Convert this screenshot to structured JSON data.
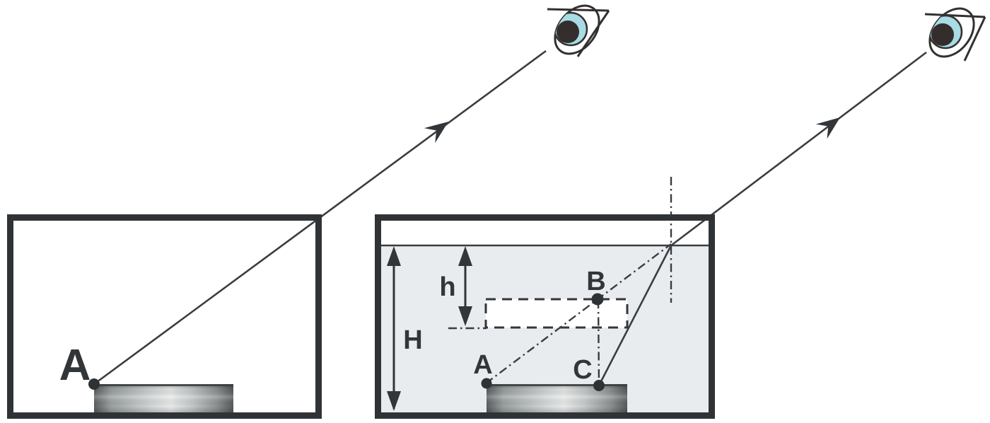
{
  "diagram": {
    "left_panel": {
      "labels": {
        "A": "A"
      }
    },
    "right_panel": {
      "labels": {
        "H": "H",
        "h": "h",
        "A": "A",
        "B": "B",
        "C": "C"
      }
    },
    "icons": {
      "left_observer": "eye-icon",
      "right_observer": "eye-icon"
    },
    "colors": {
      "outline": "#303336",
      "line": "#3a3d40",
      "water": "#e9ecef",
      "iris_blue": "#a8dbe4",
      "pupil": "#332e2c",
      "coin_dark": "#5a5e5e",
      "coin_light": "#e9ebeb",
      "dashed_rect_fill": "#ffffff"
    }
  }
}
